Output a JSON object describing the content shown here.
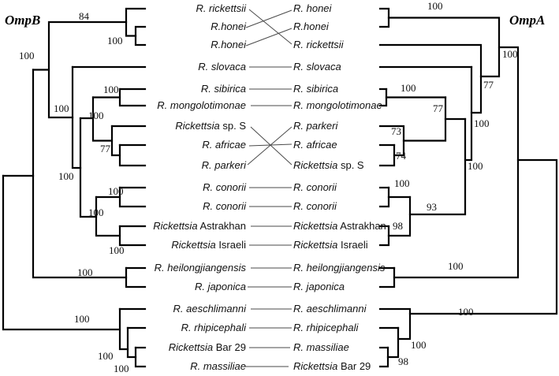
{
  "figure": {
    "type": "tanglegram-phylogenetic-tree-comparison",
    "colors": {
      "branch": "#000000",
      "connector": "#4a4a4a",
      "text": "#111111",
      "background": "#ffffff"
    }
  },
  "left_tree": {
    "title": "OmpB",
    "taxa": [
      {
        "i": "R. rickettsii",
        "r": ""
      },
      {
        "i": "R.honei",
        "r": ""
      },
      {
        "i": "R.honei",
        "r": ""
      },
      {
        "i": "R. slovaca",
        "r": ""
      },
      {
        "i": "R. sibirica",
        "r": ""
      },
      {
        "i": "R. mongolotimonae",
        "r": ""
      },
      {
        "i": "Rickettsia",
        "r": " sp. S"
      },
      {
        "i": "R. africae",
        "r": ""
      },
      {
        "i": "R. parkeri",
        "r": ""
      },
      {
        "i": "R. conorii",
        "r": ""
      },
      {
        "i": "R. conorii",
        "r": ""
      },
      {
        "i": "Rickettsia",
        "r": " Astrakhan"
      },
      {
        "i": "Rickettsia",
        "r": " Israeli"
      },
      {
        "i": "R. heilongjiangensis",
        "r": ""
      },
      {
        "i": "R. japonica",
        "r": ""
      },
      {
        "i": "R. aeschlimanni",
        "r": ""
      },
      {
        "i": "R. rhipicephali",
        "r": ""
      },
      {
        "i": "Rickettsia",
        "r": " Bar 29"
      },
      {
        "i": "R. massiliae",
        "r": ""
      }
    ],
    "bootstraps": [
      "84",
      "100",
      "100",
      "100",
      "100",
      "100",
      "77",
      "100",
      "100",
      "100",
      "100",
      "100",
      "100",
      "100",
      "100"
    ]
  },
  "right_tree": {
    "title": "OmpA",
    "taxa": [
      {
        "i": "R. honei",
        "r": ""
      },
      {
        "i": "R.honei",
        "r": ""
      },
      {
        "i": "R. rickettsii",
        "r": ""
      },
      {
        "i": "R. slovaca",
        "r": ""
      },
      {
        "i": "R. sibirica",
        "r": ""
      },
      {
        "i": "R. mongolotimonae",
        "r": ""
      },
      {
        "i": "R. parkeri",
        "r": ""
      },
      {
        "i": "R. africae",
        "r": ""
      },
      {
        "i": "Rickettsia",
        "r": " sp. S"
      },
      {
        "i": "R. conorii",
        "r": ""
      },
      {
        "i": "R. conorii",
        "r": ""
      },
      {
        "i": "Rickettsia",
        "r": " Astrakhan"
      },
      {
        "i": "Rickettsia",
        "r": " Israeli"
      },
      {
        "i": "R. heilongjiangensis",
        "r": ""
      },
      {
        "i": "R. japonica",
        "r": ""
      },
      {
        "i": "R. aeschlimanni",
        "r": ""
      },
      {
        "i": "R. rhipicephali",
        "r": ""
      },
      {
        "i": "R. massiliae",
        "r": ""
      },
      {
        "i": "Rickettsia",
        "r": " Bar 29"
      }
    ],
    "bootstraps": [
      "100",
      "100",
      "77",
      "100",
      "77",
      "100",
      "73",
      "74",
      "100",
      "100",
      "93",
      "98",
      "100",
      "100",
      "100",
      "98"
    ]
  },
  "connections": {
    "left_row_to_right_row": [
      [
        1,
        3
      ],
      [
        2,
        1
      ],
      [
        3,
        2
      ],
      [
        4,
        4
      ],
      [
        5,
        5
      ],
      [
        6,
        6
      ],
      [
        7,
        9
      ],
      [
        8,
        8
      ],
      [
        9,
        7
      ],
      [
        10,
        10
      ],
      [
        11,
        11
      ],
      [
        12,
        12
      ],
      [
        13,
        13
      ],
      [
        14,
        14
      ],
      [
        15,
        15
      ],
      [
        16,
        16
      ],
      [
        17,
        17
      ],
      [
        18,
        18
      ],
      [
        19,
        19
      ]
    ]
  }
}
